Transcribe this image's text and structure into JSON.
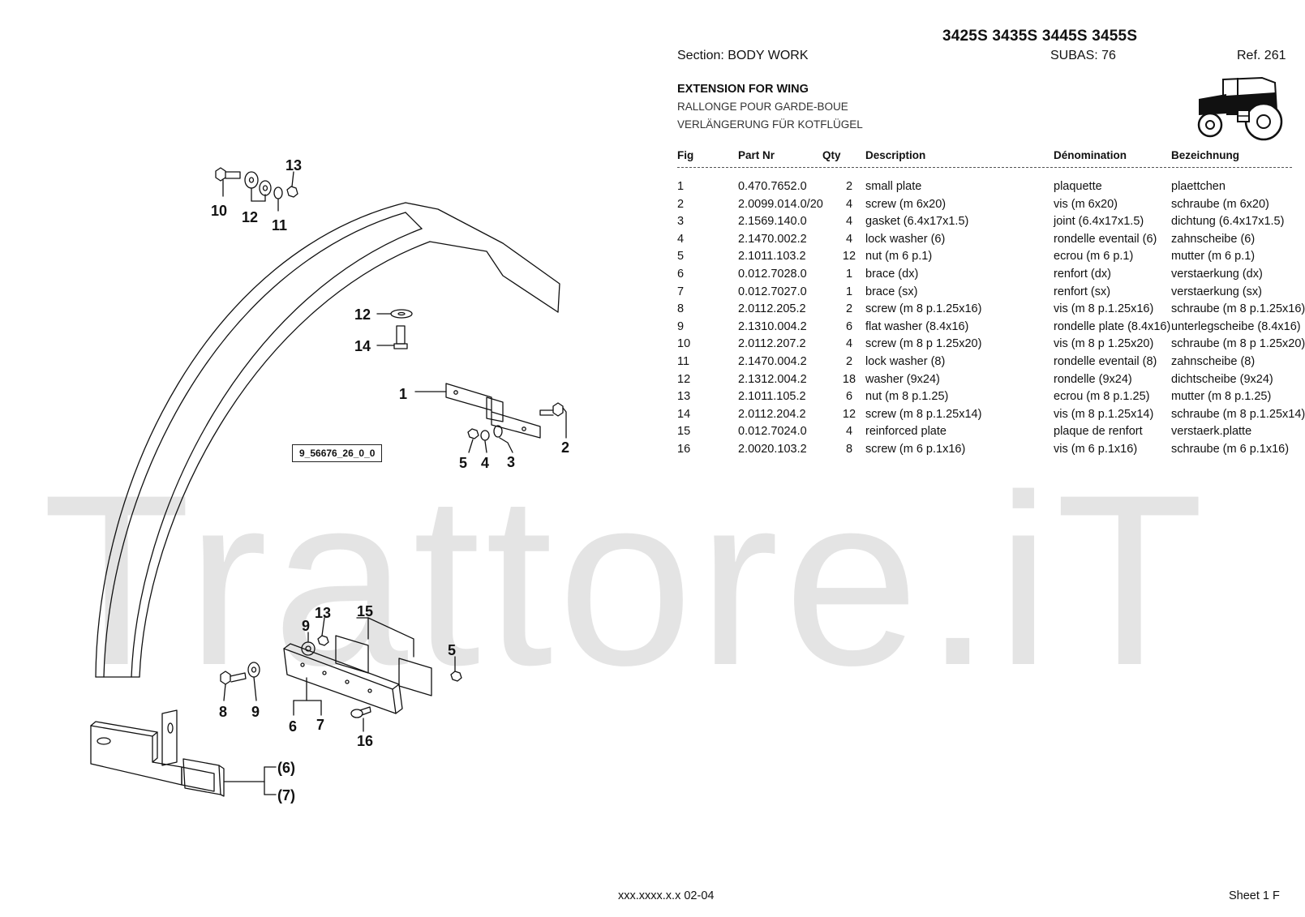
{
  "header": {
    "models": "3425S 3435S 3445S 3455S",
    "section": "Section: BODY  WORK",
    "subas": "SUBAS: 76",
    "ref": "Ref. 261"
  },
  "titles": {
    "en": "EXTENSION FOR WING",
    "fr": "RALLONGE POUR  GARDE-BOUE",
    "de": "VERLÄNGERUNG FÜR KOTFLÜGEL"
  },
  "columns": {
    "fig": "Fig",
    "part": "Part Nr",
    "qty": "Qty",
    "desc": "Description",
    "fr": "Dénomination",
    "de": "Bezeichnung"
  },
  "parts": [
    {
      "fig": "1",
      "part": "0.470.7652.0",
      "qty": "2",
      "desc": "small plate",
      "fr": "plaquette",
      "de": "plaettchen"
    },
    {
      "fig": "2",
      "part": "2.0099.014.0/20",
      "qty": "4",
      "desc": "screw (m 6x20)",
      "fr": "vis (m 6x20)",
      "de": "schraube (m 6x20)"
    },
    {
      "fig": "3",
      "part": "2.1569.140.0",
      "qty": "4",
      "desc": "gasket (6.4x17x1.5)",
      "fr": "joint (6.4x17x1.5)",
      "de": "dichtung (6.4x17x1.5)"
    },
    {
      "fig": "4",
      "part": "2.1470.002.2",
      "qty": "4",
      "desc": "lock washer (6)",
      "fr": "rondelle eventail (6)",
      "de": "zahnscheibe (6)"
    },
    {
      "fig": "5",
      "part": "2.1011.103.2",
      "qty": "12",
      "desc": "nut (m 6 p.1)",
      "fr": "ecrou (m 6 p.1)",
      "de": "mutter (m 6 p.1)"
    },
    {
      "fig": "6",
      "part": "0.012.7028.0",
      "qty": "1",
      "desc": "brace (dx)",
      "fr": "renfort (dx)",
      "de": "verstaerkung (dx)"
    },
    {
      "fig": "7",
      "part": "0.012.7027.0",
      "qty": "1",
      "desc": "brace (sx)",
      "fr": "renfort (sx)",
      "de": "verstaerkung (sx)"
    },
    {
      "fig": "8",
      "part": "2.0112.205.2",
      "qty": "2",
      "desc": "screw (m 8 p.1.25x16)",
      "fr": "vis (m 8 p.1.25x16)",
      "de": "schraube (m 8 p.1.25x16)"
    },
    {
      "fig": "9",
      "part": "2.1310.004.2",
      "qty": "6",
      "desc": "flat washer (8.4x16)",
      "fr": "rondelle plate (8.4x16)",
      "de": "unterlegscheibe (8.4x16)"
    },
    {
      "fig": "10",
      "part": "2.0112.207.2",
      "qty": "4",
      "desc": "screw (m 8 p 1.25x20)",
      "fr": "vis (m 8 p 1.25x20)",
      "de": "schraube (m 8 p 1.25x20)"
    },
    {
      "fig": "11",
      "part": "2.1470.004.2",
      "qty": "2",
      "desc": "lock washer (8)",
      "fr": "rondelle eventail (8)",
      "de": "zahnscheibe (8)"
    },
    {
      "fig": "12",
      "part": "2.1312.004.2",
      "qty": "18",
      "desc": "washer (9x24)",
      "fr": "rondelle (9x24)",
      "de": "dichtscheibe (9x24)"
    },
    {
      "fig": "13",
      "part": "2.1011.105.2",
      "qty": "6",
      "desc": "nut (m 8 p.1.25)",
      "fr": "ecrou (m 8 p.1.25)",
      "de": "mutter (m 8 p.1.25)"
    },
    {
      "fig": "14",
      "part": "2.0112.204.2",
      "qty": "12",
      "desc": "screw (m 8 p.1.25x14)",
      "fr": "vis (m 8 p.1.25x14)",
      "de": "schraube (m 8 p.1.25x14)"
    },
    {
      "fig": "15",
      "part": "0.012.7024.0",
      "qty": "4",
      "desc": "reinforced plate",
      "fr": "plaque de renfort",
      "de": "verstaerk.platte"
    },
    {
      "fig": "16",
      "part": "2.0020.103.2",
      "qty": "8",
      "desc": "screw (m 6 p.1x16)",
      "fr": "vis (m 6 p.1x16)",
      "de": "schraube (m 6 p.1x16)"
    }
  ],
  "diagram": {
    "code": "9_56676_26_0_0",
    "callouts": [
      "10",
      "12",
      "11",
      "13",
      "12",
      "14",
      "1",
      "2",
      "5",
      "4",
      "3",
      "9",
      "13",
      "15",
      "5",
      "8",
      "9",
      "6",
      "7",
      "16",
      "(6)",
      "(7)"
    ]
  },
  "watermark": "Trattore.iT",
  "footer": {
    "left": "xxx.xxxx.x.x  02-04",
    "right": "Sheet 1 F"
  },
  "icons": [
    "tractor-icon"
  ]
}
